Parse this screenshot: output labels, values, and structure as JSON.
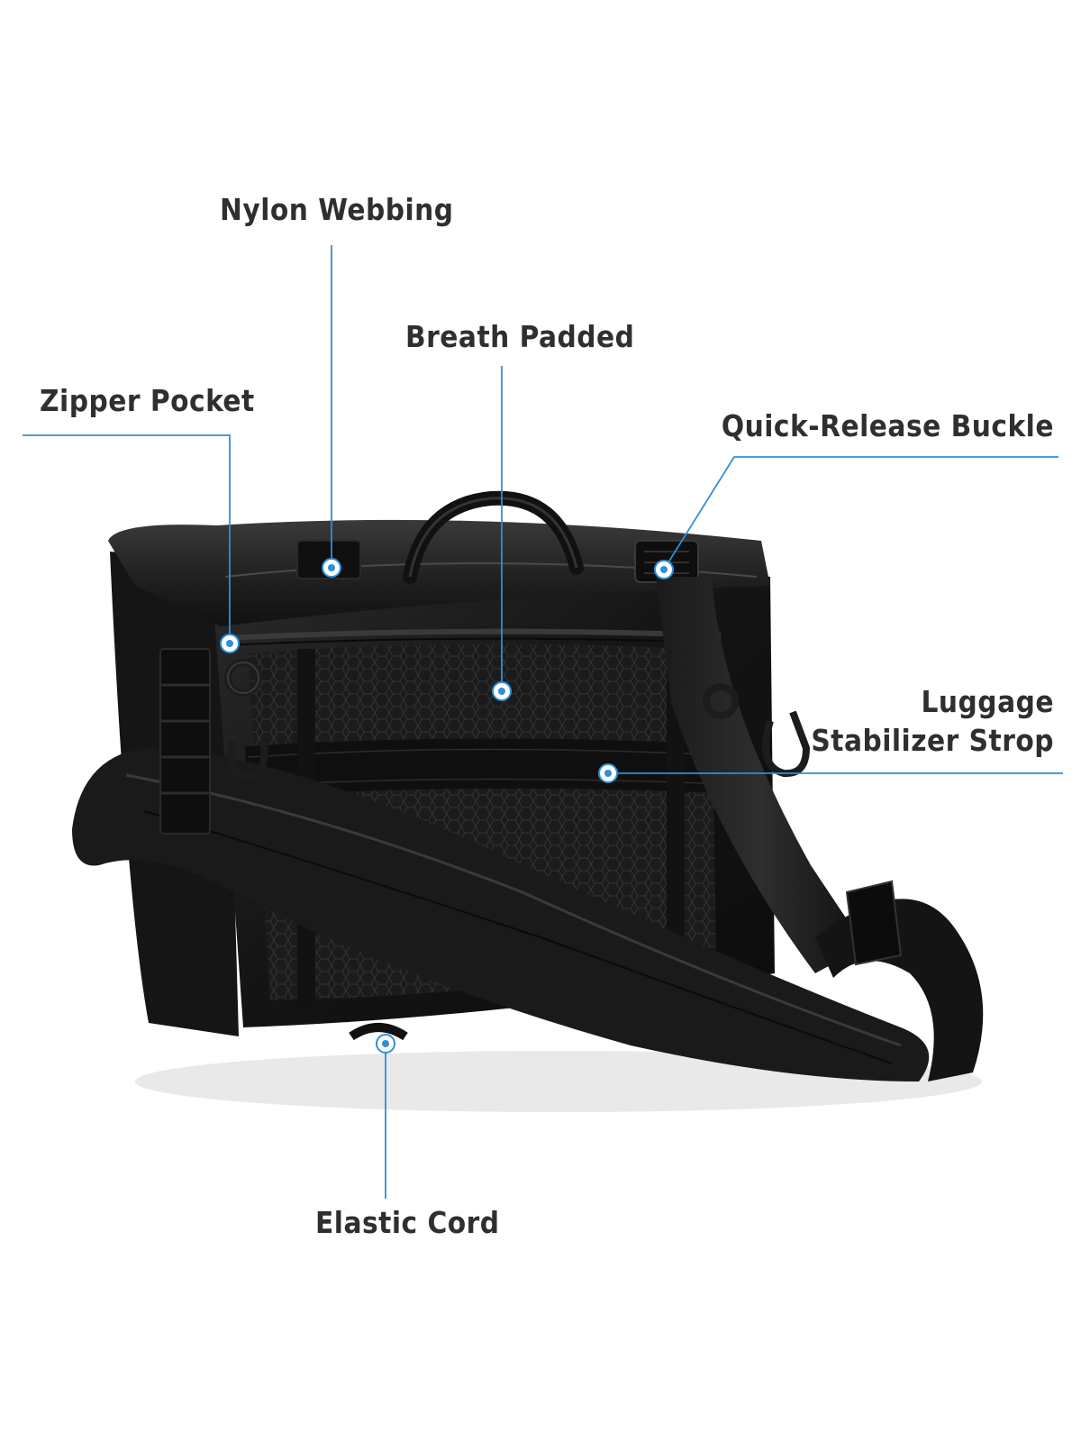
{
  "colors": {
    "callout": "#2f8fd8",
    "label_text": "#2f2f2f",
    "bag": "#151515",
    "background": "#ffffff"
  },
  "labels": {
    "nylon_webbing": "Nylon  Webbing",
    "breath_padded": "Breath Padded",
    "zipper_pocket": "Zipper Pocket",
    "quick_release_buckle": "Quick-Release Buckle",
    "luggage_line1": "Luggage",
    "luggage_line2": "Stabilizer Strop",
    "elastic_cord": "Elastic Cord"
  },
  "product_image": "black messenger bag with shoulder strap, rear view"
}
